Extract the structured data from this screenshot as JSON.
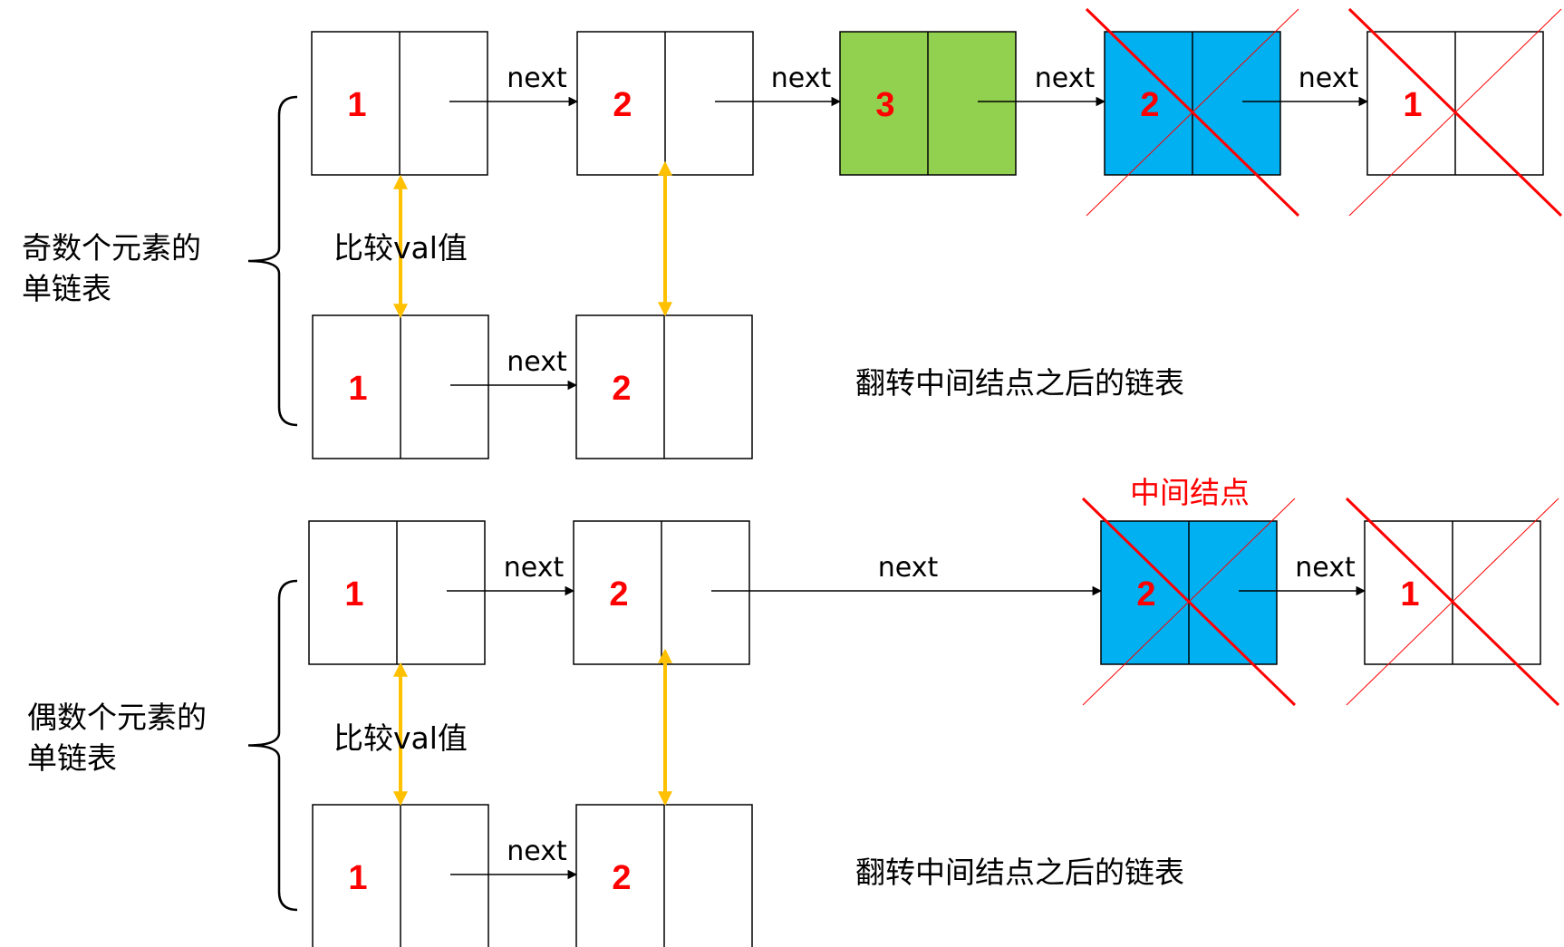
{
  "colors": {
    "middle_node": "#92d050",
    "removed_node": "#00b0f0",
    "value_text": "#ff0000",
    "cross": "#ff0000",
    "compare_arrow": "#ffc000",
    "plain_node": "#ffffff"
  },
  "sections": [
    {
      "label_lines": [
        "奇数个元素的",
        "单链表"
      ],
      "compare_label": "比较val值",
      "reversed_label": "翻转中间结点之后的链表",
      "top_row": [
        {
          "value": "1",
          "fill": "plain",
          "crossed": false
        },
        {
          "value": "2",
          "fill": "plain",
          "crossed": false
        },
        {
          "value": "3",
          "fill": "middle",
          "crossed": false
        },
        {
          "value": "2",
          "fill": "removed",
          "crossed": true
        },
        {
          "value": "1",
          "fill": "plain",
          "crossed": true
        }
      ],
      "top_links": [
        "next",
        "next",
        "next",
        "next"
      ],
      "bottom_row": [
        {
          "value": "1",
          "fill": "plain",
          "crossed": false
        },
        {
          "value": "2",
          "fill": "plain",
          "crossed": false
        }
      ],
      "bottom_links": [
        "next"
      ],
      "middle_node_label": ""
    },
    {
      "label_lines": [
        "偶数个元素的",
        "单链表"
      ],
      "compare_label": "比较val值",
      "reversed_label": "翻转中间结点之后的链表",
      "top_row": [
        {
          "value": "1",
          "fill": "plain",
          "crossed": false
        },
        {
          "value": "2",
          "fill": "plain",
          "crossed": false
        },
        {
          "value": "2",
          "fill": "removed",
          "crossed": true
        },
        {
          "value": "1",
          "fill": "plain",
          "crossed": true
        }
      ],
      "top_links": [
        "next",
        "next",
        "next"
      ],
      "bottom_row": [
        {
          "value": "1",
          "fill": "plain",
          "crossed": false
        },
        {
          "value": "2",
          "fill": "plain",
          "crossed": false
        }
      ],
      "bottom_links": [
        "next"
      ],
      "middle_node_label": "中间结点"
    }
  ]
}
